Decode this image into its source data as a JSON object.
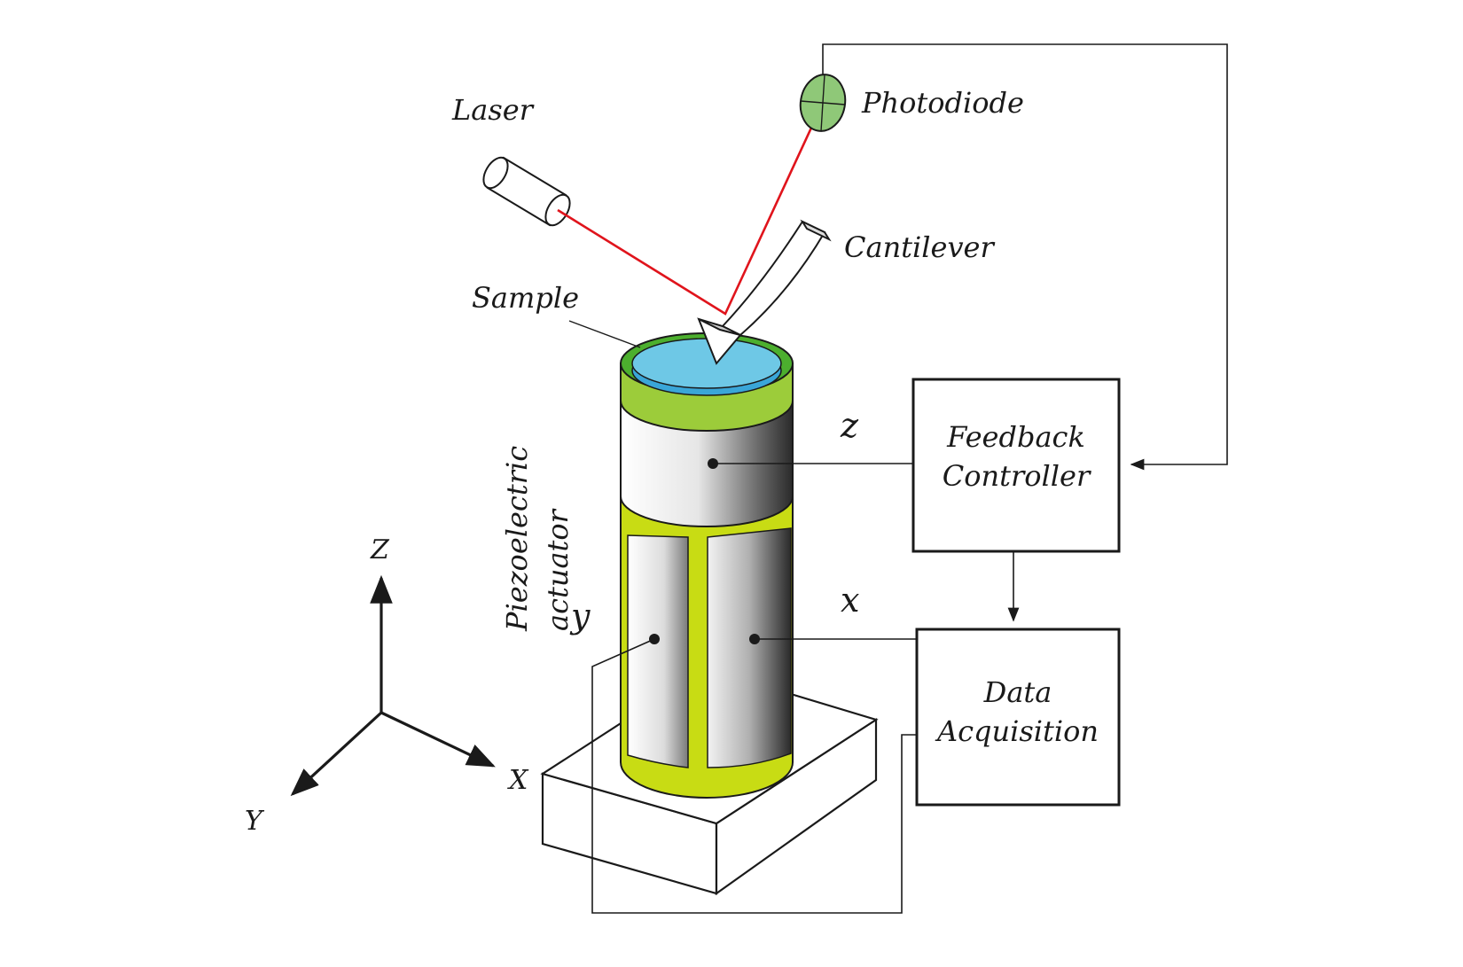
{
  "labels": {
    "laser": "Laser",
    "photodiode": "Photodiode",
    "cantilever": "Cantilever",
    "sample": "Sample",
    "piezo_line1": "Piezoelectric",
    "piezo_line2": "actuator"
  },
  "blocks": {
    "feedback_line1": "Feedback",
    "feedback_line2": "Controller",
    "daq_line1": "Data",
    "daq_line2": "Acquisition"
  },
  "channels": {
    "z": "z",
    "x": "x",
    "y": "y"
  },
  "axes": {
    "Z": "Z",
    "X": "X",
    "Y": "Y"
  },
  "colors": {
    "laser_beam": "#e0141c",
    "sample": "#6ec8e6",
    "sample_edge": "#3aa6d8",
    "ring_green": "#4caf2e",
    "piezo_band": "#c8dc14",
    "photodiode": "#8fc878",
    "line": "#1a1a1a"
  }
}
